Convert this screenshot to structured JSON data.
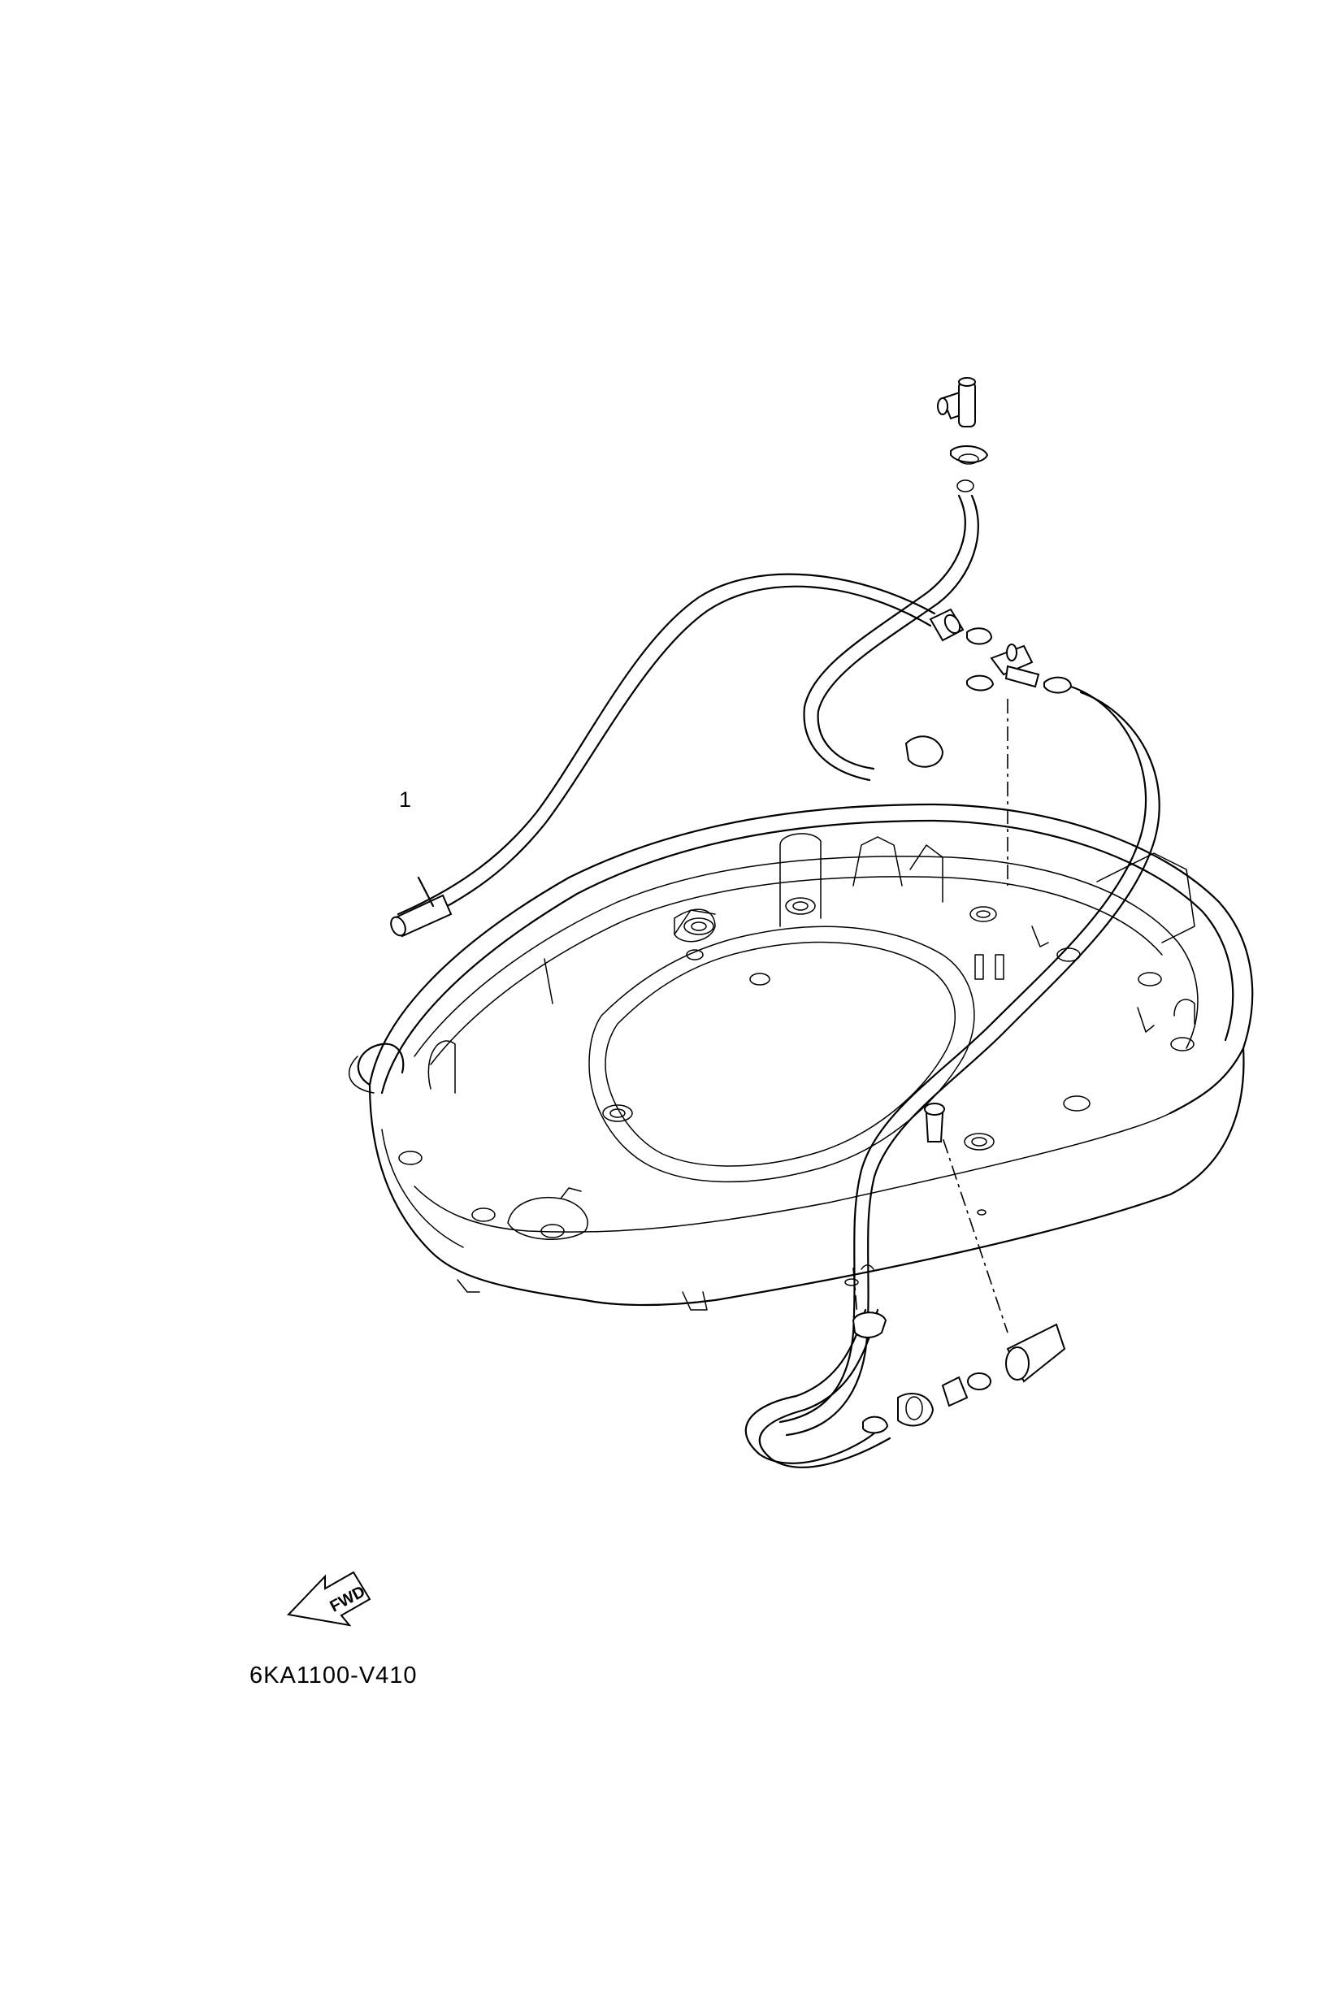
{
  "callouts": [
    {
      "number": "1"
    }
  ],
  "fwd_arrow_label": "FWD",
  "reference_code": "6KA1100-V410",
  "icons": {
    "bottom_cowling": "bottom-cowling-drawing",
    "hose_routing": "hose-routing-drawing",
    "fwd_arrow": "fwd-arrow-icon"
  }
}
